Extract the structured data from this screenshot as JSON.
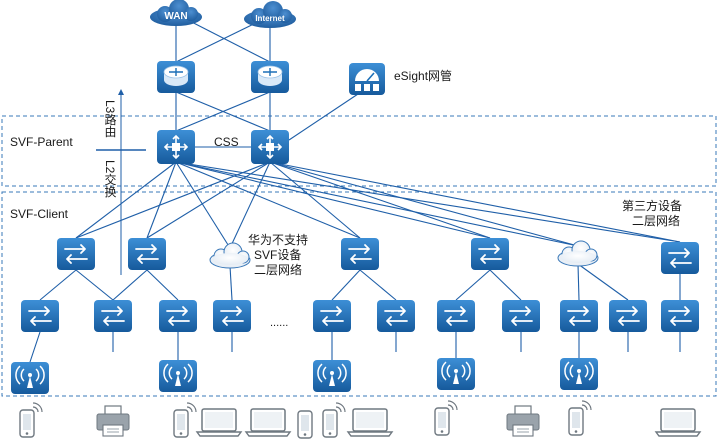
{
  "clouds": {
    "wan": "WAN",
    "internet": "Internet"
  },
  "zones": {
    "parent": "SVF-Parent",
    "client": "SVF-Client"
  },
  "labels": {
    "css": "CSS",
    "esight": "eSight网管",
    "l3_routing": "L3路由",
    "l2_switching": "L2交换",
    "non_svf": [
      "华为不支持",
      "SVF设备",
      "二层网络"
    ],
    "third_party": [
      "第三方设备",
      "二层网络"
    ],
    "ellipsis": "......"
  },
  "colors": {
    "device_blue": "#1c6fb7",
    "line_blue": "#1f5fa8",
    "zone_border": "#3a78b8",
    "cloud_blue": "#2b6cb0",
    "terminal_gray": "#6f7880"
  }
}
